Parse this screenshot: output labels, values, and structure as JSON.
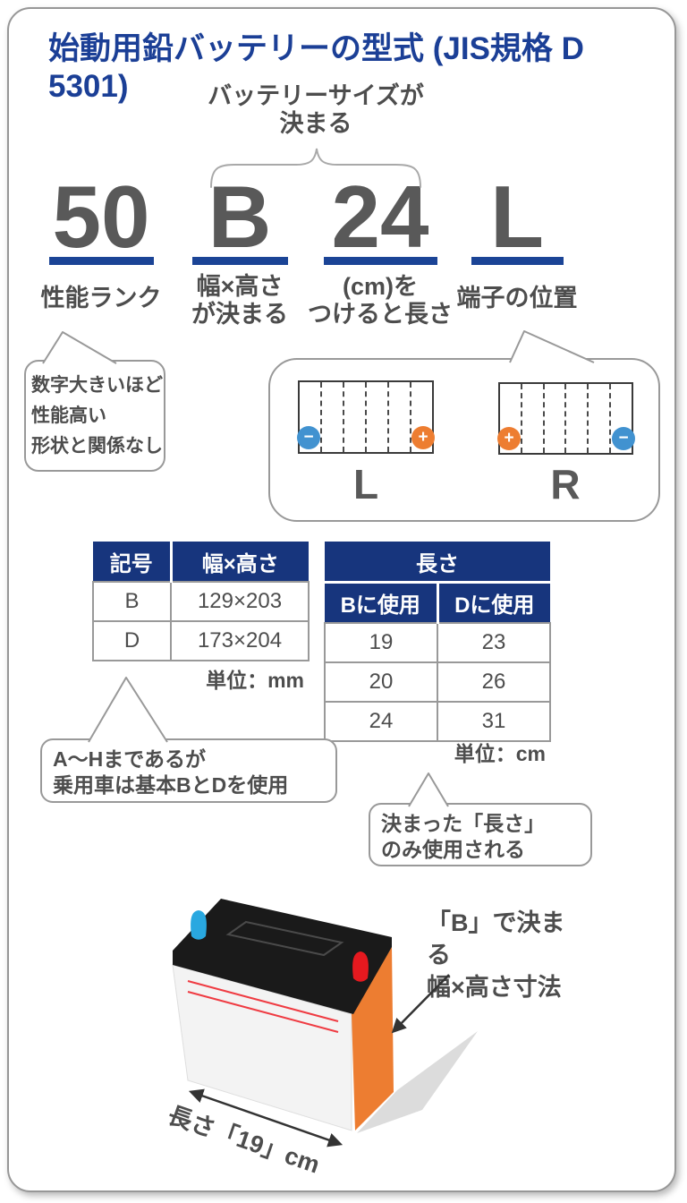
{
  "title": "始動用鉛バッテリーの型式 (JIS規格 D 5301)",
  "brace_note": [
    "バッテリーサイズが",
    "決まる"
  ],
  "code": {
    "rank": {
      "symbol": "50",
      "labels": [
        "性能ランク"
      ]
    },
    "width_height": {
      "symbol": "B",
      "labels": [
        "幅×高さ",
        "が決まる"
      ]
    },
    "length": {
      "symbol": "24",
      "labels": [
        "(cm)を",
        "つけると長さ"
      ]
    },
    "terminal": {
      "symbol": "L",
      "labels": [
        "端子の位置"
      ]
    }
  },
  "rank_bubble": [
    "数字大きいほど",
    "性能高い",
    "形状と関係なし"
  ],
  "terminal_box": {
    "left": {
      "label": "L",
      "left_terminal": "−",
      "right_terminal": "+"
    },
    "right": {
      "label": "R",
      "left_terminal": "+",
      "right_terminal": "−"
    }
  },
  "size_table": {
    "headers": [
      "記号",
      "幅×高さ"
    ],
    "rows": [
      [
        "B",
        "129×203"
      ],
      [
        "D",
        "173×204"
      ]
    ],
    "unit": "単位：mm"
  },
  "length_table": {
    "title": "長さ",
    "headers": [
      "Bに使用",
      "Dに使用"
    ],
    "rows": [
      [
        "19",
        "23"
      ],
      [
        "20",
        "26"
      ],
      [
        "24",
        "31"
      ]
    ],
    "unit": "単位：cm"
  },
  "size_bubble": [
    "A〜Hまであるが",
    "乗用車は基本BとDを使用"
  ],
  "length_bubble": [
    "決まった「長さ」",
    "のみ使用される"
  ],
  "battery": {
    "callout": [
      "「B」で決まる",
      "幅×高さ寸法"
    ],
    "dimension_label": "長さ「19」cm"
  },
  "colors": {
    "title_blue": "#1b3f96",
    "underline_blue": "#1b4496",
    "table_header_navy": "#17357d",
    "text_gray": "#4d4d4d",
    "symbol_gray": "#595959",
    "orange": "#ed7d31",
    "terminal_circle_blue": "#4192d0",
    "battery_top_black": "#1a1a1a",
    "battery_terminal_blue": "#29a8e0",
    "battery_terminal_red": "#e6191f",
    "pinstripe_red": "#ef3b42"
  }
}
